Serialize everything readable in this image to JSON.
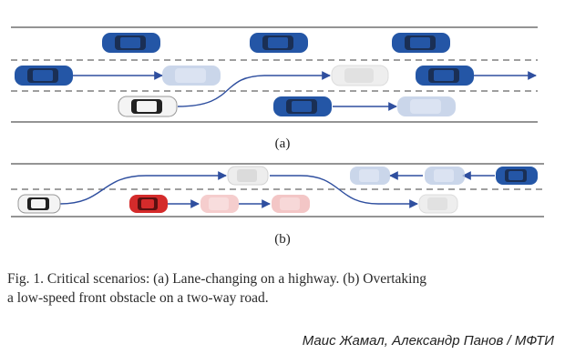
{
  "labels": {
    "a": "(a)",
    "b": "(b)"
  },
  "caption": {
    "line1": "Fig. 1.   Critical scenarios: (a) Lane-changing on a highway. (b) Overtaking",
    "line2": "a low-speed front obstacle on a two-way road."
  },
  "credit": "Маис Жамал, Александр Панов / МФТИ",
  "colors": {
    "blue_car": "#2456a6",
    "blue_car_faded": "#b9c9e4",
    "white_car": "#f2f2f2",
    "white_car_faded": "#e6e6e6",
    "red_car": "#d42b2b",
    "red_car_faded": "#f1b8b8",
    "arrow": "#2f4f9f",
    "road_line": "#555555"
  }
}
